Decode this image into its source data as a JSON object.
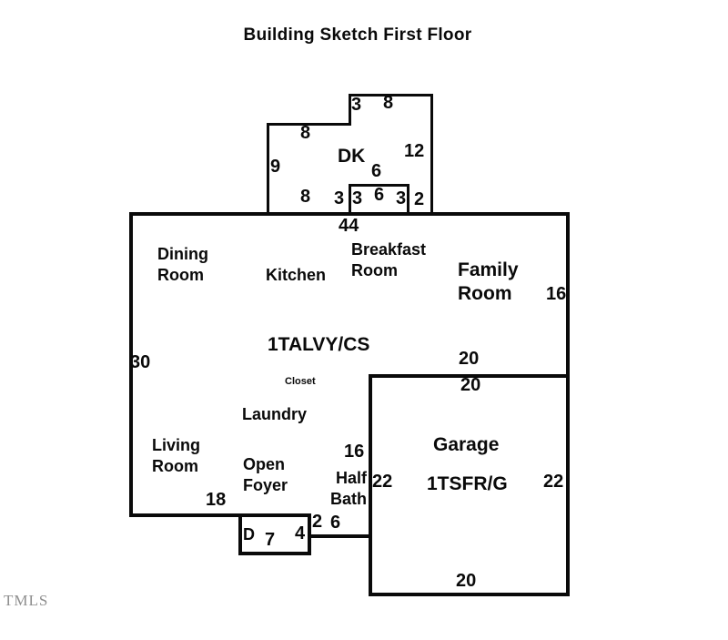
{
  "title": "Building Sketch First Floor",
  "watermark": "TMLS",
  "rooms": {
    "deck": "DK",
    "dining": "Dining Room",
    "kitchen": "Kitchen",
    "breakfast": "Breakfast Room",
    "family": "Family Room",
    "living": "Living Room",
    "laundry": "Laundry",
    "foyer": "Open Foyer",
    "half_bath": "Half Bath",
    "closet": "Closet",
    "garage": "Garage",
    "stoop": "D"
  },
  "codes": {
    "house": "1TALVY/CS",
    "garage": "1TSFR/G"
  },
  "dims": {
    "deck_top_a": "3",
    "deck_top_b": "8",
    "deck_step": "8",
    "deck_left": "9",
    "deck_right": "12",
    "deck_stoop_top": "6",
    "deck_bottom": "8",
    "deck_stoop_out_left": "3",
    "deck_stoop_left": "3",
    "deck_stoop_mid": "6",
    "deck_stoop_right": "3",
    "deck_gap_right": "2",
    "house_top": "44",
    "house_left": "30",
    "family_right": "16",
    "family_bottom": "20",
    "garage_top_inside": "20",
    "bath_right": "16",
    "living_bottom": "18",
    "porch_gap_a": "2",
    "porch_gap_b": "6",
    "porch_width": "7",
    "porch_right": "4",
    "garage_left": "22",
    "garage_right": "22",
    "garage_bottom": "20"
  }
}
